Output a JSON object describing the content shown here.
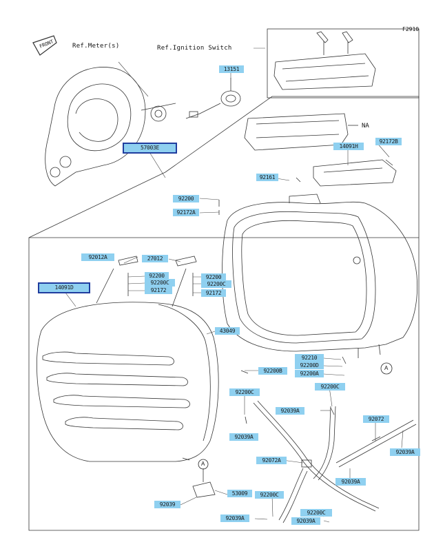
{
  "figure_code": "F2910",
  "front_label": "FRONT",
  "callouts": {
    "na": "NA",
    "a1": "A",
    "a2": "A"
  },
  "refs": {
    "meter": "Ref.Meter(s)",
    "ignition": "Ref.Ignition Switch"
  },
  "parts": {
    "p13151": "13151",
    "p57003E": "57003E",
    "p14091H": "14091H",
    "p92172B": "92172B",
    "p92161": "92161",
    "p92200_left": "92200",
    "p92172A_left": "92172A",
    "p92012A": "92012A",
    "p27012": "27012",
    "p92200_a": "92200",
    "p92200C_a": "92200C",
    "p92172_a": "92172",
    "p92200_b": "92200",
    "p92200C_b": "92200C",
    "p92172_b": "92172",
    "p14091D": "14091D",
    "p43049": "43049",
    "p92210": "92210",
    "p92200D": "92200D",
    "p92200A": "92200A",
    "p92200B": "92200B",
    "p92200C_c": "92200C",
    "p92200C_d": "92200C",
    "p92039A_a": "92039A",
    "p92039A_b": "92039A",
    "p92072": "92072",
    "p92072A": "92072A",
    "p92039A_c": "92039A",
    "p92039A_d": "92039A",
    "p53009": "53009",
    "p92039": "92039",
    "p92200C_e": "92200C",
    "p92039A_e": "92039A",
    "p92200C_f": "92200C",
    "p92039A_f": "92039A"
  }
}
